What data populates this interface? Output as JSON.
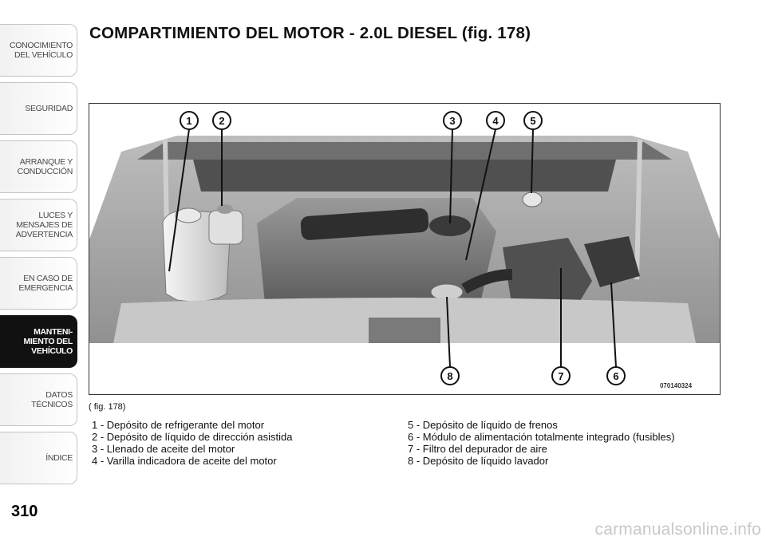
{
  "side_tabs": [
    {
      "label": "CONOCIMIENTO\nDEL VEHÍCULO",
      "active": false
    },
    {
      "label": "SEGURIDAD",
      "active": false
    },
    {
      "label": "ARRANQUE Y\nCONDUCCIÓN",
      "active": false
    },
    {
      "label": "LUCES Y\nMENSAJES DE\nADVERTENCIA",
      "active": false
    },
    {
      "label": "EN CASO DE\nEMERGENCIA",
      "active": false
    },
    {
      "label": "MANTENI-\nMIENTO DEL\nVEHÍCULO",
      "active": true
    },
    {
      "label": "DATOS\nTÉCNICOS",
      "active": false
    },
    {
      "label": "ÍNDICE",
      "active": false
    }
  ],
  "page_number": "310",
  "title": "COMPARTIMIENTO DEL MOTOR - 2.0L DIESEL (fig.  178)",
  "figure": {
    "code": "070140324",
    "callouts_top": [
      "1",
      "2",
      "3",
      "4",
      "5"
    ],
    "callouts_bottom": [
      "8",
      "7",
      "6"
    ],
    "caption": "( fig. 178)"
  },
  "legend": {
    "left": [
      "1 - Depósito de refrigerante del motor",
      "2 - Depósito de líquido de dirección asistida",
      "3 - Llenado de aceite del motor",
      "4 - Varilla indicadora de aceite del motor"
    ],
    "right": [
      "5 - Depósito de líquido de frenos",
      "6 - Módulo de alimentación totalmente integrado (fusibles)",
      "7 - Filtro del depurador de aire",
      "8 - Depósito de líquido lavador"
    ]
  },
  "watermark": "carmanualsonline.info"
}
